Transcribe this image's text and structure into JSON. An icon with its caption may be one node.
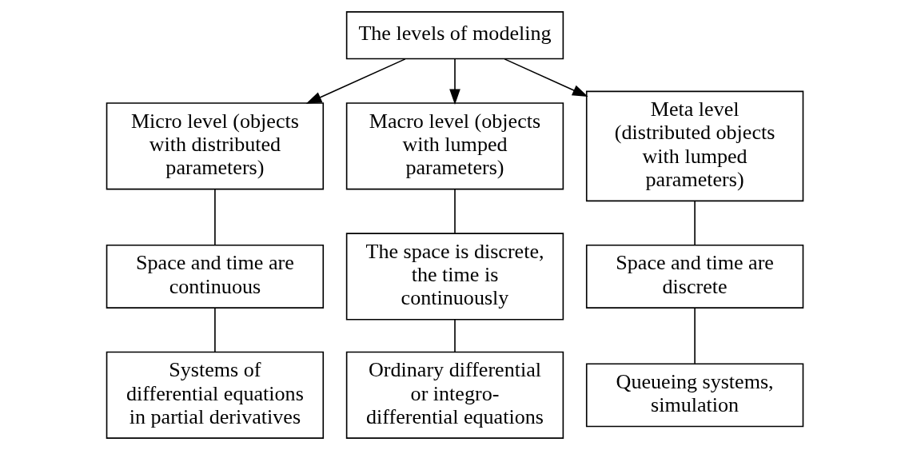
{
  "diagram": {
    "nodes": [
      {
        "text": [
          "The levels of modeling"
        ]
      },
      {
        "text": [
          "Micro level (objects with distributed parameters)"
        ]
      },
      {
        "text": [
          "Macro level (objects with lumped parameters)"
        ]
      },
      {
        "text": [
          "Meta level (distributed objects with lumped parameters)"
        ]
      },
      {
        "text": [
          "Space and time are continuous"
        ]
      },
      {
        "text": [
          "The space is discrete, the time is continuously"
        ]
      },
      {
        "text": [
          "Space and time are discrete"
        ]
      },
      {
        "text": [
          "Systems of differential equations in partial derivatives"
        ]
      },
      {
        "text": [
          "Ordinary differential or integro-differential equations"
        ]
      },
      {
        "text": [
          "Queueing systems, simulation"
        ]
      }
    ],
    "edges": [
      {
        "from": 0,
        "to": 1,
        "arrow": "to"
      },
      {
        "from": 0,
        "to": 2,
        "arrow": "to"
      },
      {
        "from": 0,
        "to": 3,
        "arrow": "to"
      },
      {
        "from": 1,
        "to": 4,
        "arrow": "none"
      },
      {
        "from": 2,
        "to": 5,
        "arrow": "none"
      },
      {
        "from": 3,
        "to": 6,
        "arrow": "none"
      },
      {
        "from": 4,
        "to": 7,
        "arrow": "none"
      },
      {
        "from": 5,
        "to": 8,
        "arrow": "none"
      },
      {
        "from": 6,
        "to": 9,
        "arrow": "none"
      }
    ]
  }
}
